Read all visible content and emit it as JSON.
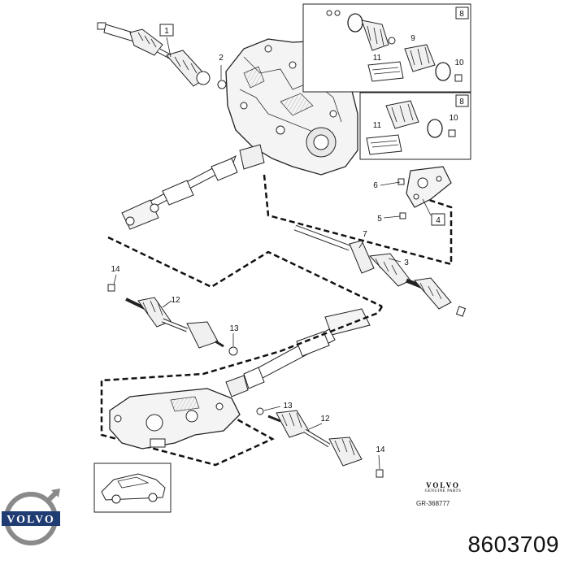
{
  "callouts": {
    "c1": "1",
    "c2": "2",
    "c3": "3",
    "c4": "4",
    "c5": "5",
    "c6": "6",
    "c7": "7",
    "c8a": "8",
    "c8b": "8",
    "c9": "9",
    "c10a": "10",
    "c10b": "10",
    "c11a": "11",
    "c11b": "11",
    "c12a": "12",
    "c12b": "12",
    "c13a": "13",
    "c13b": "13",
    "c14a": "14",
    "c14b": "14"
  },
  "brand": {
    "mark_word": "VOLVO",
    "mark_sub": "GENUINE PARTS",
    "logo_text": "VOLVO"
  },
  "reference_code": "GR-368777",
  "part_number": "8603709"
}
